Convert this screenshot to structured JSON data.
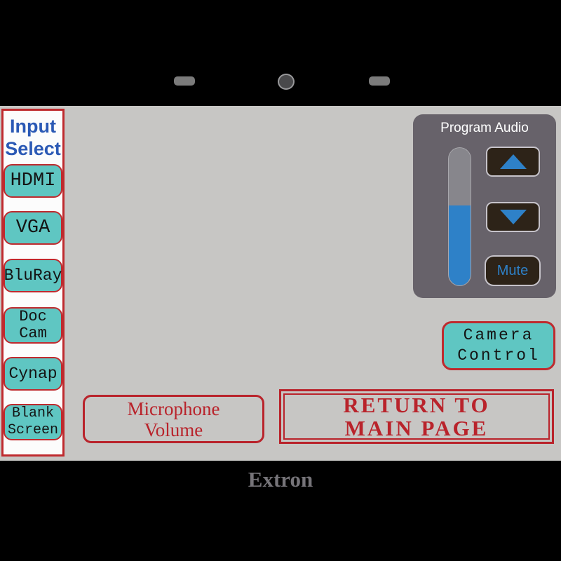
{
  "device": {
    "brand": "Extron"
  },
  "colors": {
    "accent_red": "#bf2a2e",
    "teal_button": "#5fc6c2",
    "sidebar_label_blue": "#2b59b5",
    "audio_blue": "#2e81c8",
    "audio_panel_gray": "#67626a",
    "screen_gray": "#c7c6c4",
    "dark_button_brown": "#2d2318",
    "serif_red": "#b9232b"
  },
  "sidebar": {
    "title": "Input\nSelect",
    "buttons": [
      {
        "label": "HDMI"
      },
      {
        "label": "VGA"
      },
      {
        "label": "BluRay"
      },
      {
        "label": "Doc\nCam"
      },
      {
        "label": "Cynap"
      },
      {
        "label": "Blank\nScreen"
      }
    ]
  },
  "program_audio": {
    "title": "Program Audio",
    "volume_level_percent": 58,
    "slider_fill_style": "height:58%",
    "up_icon": "triangle-up",
    "down_icon": "triangle-down",
    "mute_label": "Mute"
  },
  "camera_control": {
    "label": "Camera\nControl"
  },
  "microphone_volume": {
    "label": "Microphone\nVolume"
  },
  "return_button": {
    "label": "RETURN TO\nMAIN PAGE"
  }
}
